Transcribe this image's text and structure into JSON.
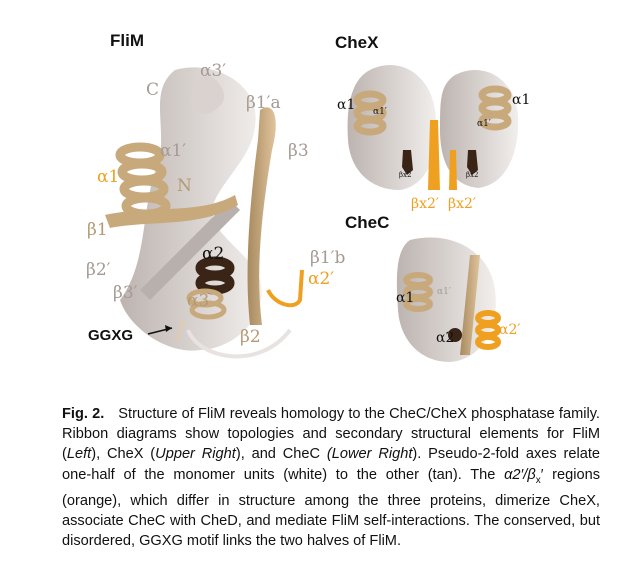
{
  "panels": {
    "flim": {
      "title": "FliM",
      "labels": {
        "a3p": "α3′",
        "c": "C",
        "b1pa": "β1′a",
        "a1p": "α1′",
        "b3": "β3",
        "a1": "α1",
        "n": "N",
        "b1": "β1",
        "a2": "α2",
        "b1pb": "β1′b",
        "b2p": "β2′",
        "b3p": "β3′",
        "a2p": "α2′",
        "a3": "α3",
        "b2": "β2"
      },
      "motif": "GGXG"
    },
    "chex": {
      "title": "CheX",
      "labels": {
        "a1_left": "α1",
        "a1p_left": "α1′",
        "a1_right": "α1",
        "a1p_right": "α1′",
        "bx2_left": "βx2",
        "bx2_right": "βx2",
        "bx2p_left": "βx2′",
        "bx2p_right": "βx2′"
      }
    },
    "chec": {
      "title": "CheC",
      "labels": {
        "a1": "α1",
        "a1p": "α1′",
        "a2": "α2",
        "a2p": "α2′"
      }
    }
  },
  "colors": {
    "white_half": "#e4dedb",
    "tan_half": "#c8a97c",
    "orange": "#f0a020",
    "dark": "#3a2416"
  },
  "caption": {
    "fig_label": "Fig. 2.",
    "t1": "Structure of FliM reveals homology to the CheC/CheX phosphatase family. Ribbon diagrams show topologies and secondary structural elements for FliM (",
    "i1": "Left",
    "t2": "), CheX (",
    "i2": "Upper Right",
    "t3": "), and CheC ",
    "i3": "(Lower Right",
    "t4": "). Pseudo-2-fold axes relate one-half of the monomer units (white) to the other (tan). The ",
    "sym": "α2′/β",
    "sub": "x",
    "t5": "′ regions (orange), which differ in structure among the three proteins, dimerize CheX, associate CheC with CheD, and mediate FliM self-interactions. The conserved, but disordered, GGXG motif links the two halves of FliM."
  }
}
